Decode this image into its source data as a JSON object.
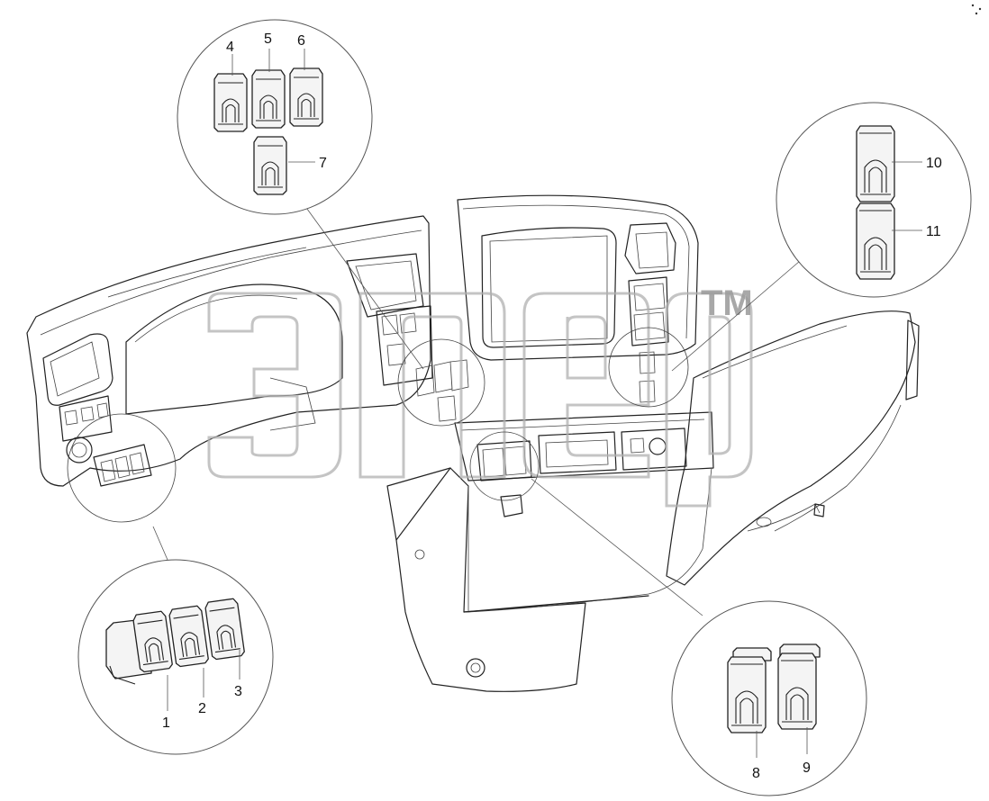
{
  "diagram": {
    "watermark": {
      "mark": "TM"
    },
    "callouts": [
      {
        "id": "1",
        "label": "1"
      },
      {
        "id": "2",
        "label": "2"
      },
      {
        "id": "3",
        "label": "3"
      },
      {
        "id": "4",
        "label": "4"
      },
      {
        "id": "5",
        "label": "5"
      },
      {
        "id": "6",
        "label": "6"
      },
      {
        "id": "7",
        "label": "7"
      },
      {
        "id": "8",
        "label": "8"
      },
      {
        "id": "9",
        "label": "9"
      },
      {
        "id": "10",
        "label": "10"
      },
      {
        "id": "11",
        "label": "11"
      }
    ]
  }
}
